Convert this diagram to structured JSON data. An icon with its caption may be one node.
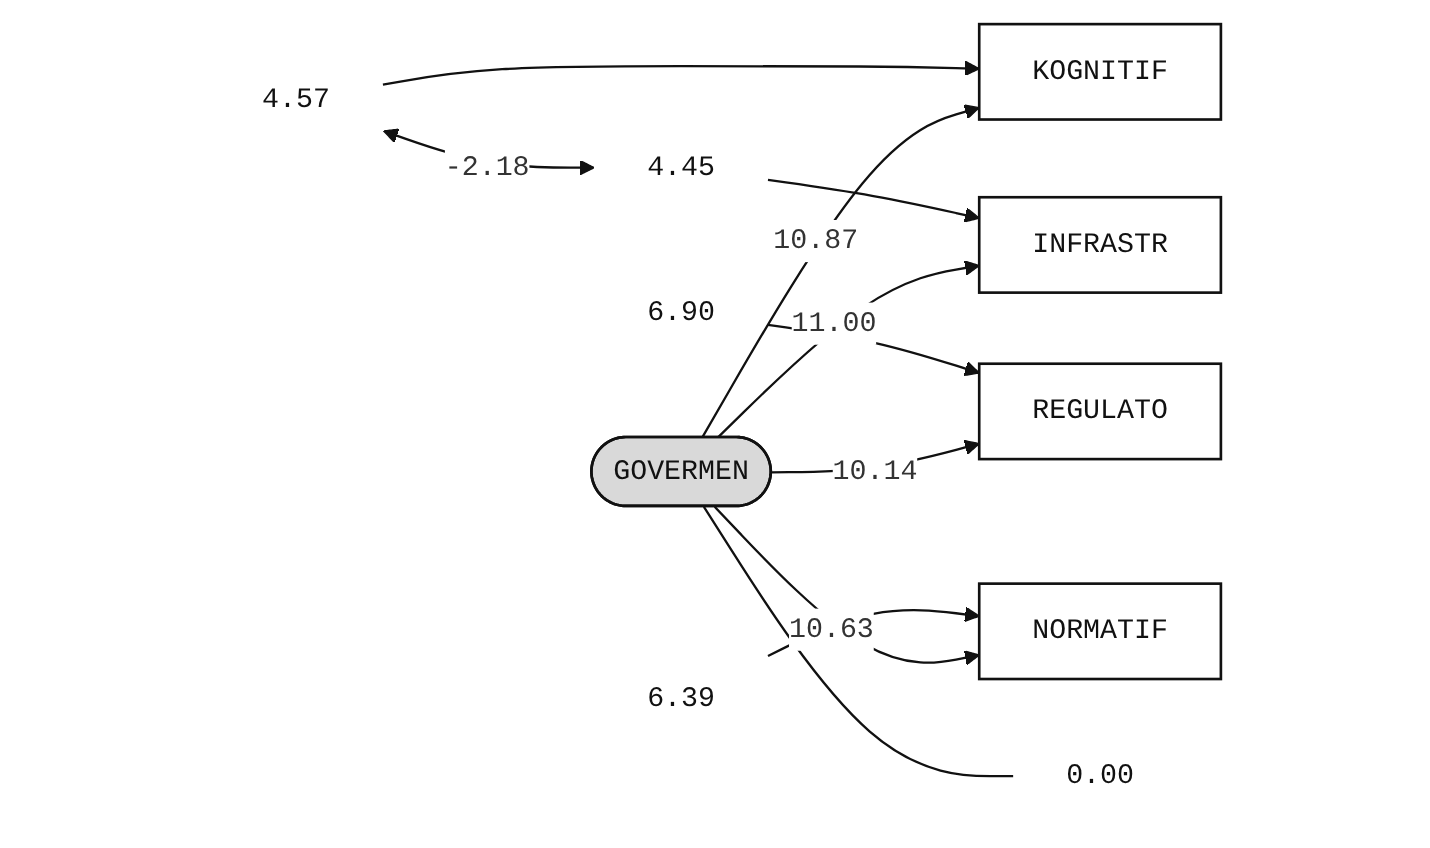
{
  "diagram": {
    "nodes": [
      {
        "text": [
          "6.90"
        ]
      },
      {
        "text": [
          "REGULATO"
        ]
      },
      {
        "text": [
          "4.57"
        ]
      },
      {
        "text": [
          "KOGNITIF"
        ]
      },
      {
        "text": [
          "6.39"
        ]
      },
      {
        "text": [
          "NORMATIF"
        ]
      },
      {
        "text": [
          "4.45"
        ]
      },
      {
        "text": [
          "INFRASTR"
        ]
      },
      {
        "text": [
          "GOVERMEN"
        ]
      },
      {
        "text": [
          "0.00"
        ]
      }
    ],
    "edges": [
      {
        "from": 0,
        "to": 1,
        "arrow": "to"
      },
      {
        "from": 2,
        "to": 3,
        "arrow": "to"
      },
      {
        "from": 4,
        "to": 5,
        "arrow": "to"
      },
      {
        "from": 6,
        "to": 7,
        "arrow": "to"
      },
      {
        "from": 8,
        "to": 1,
        "arrow": "to",
        "label": "10.14"
      },
      {
        "from": 8,
        "to": 3,
        "arrow": "to",
        "label": "10.87"
      },
      {
        "from": 8,
        "to": 5,
        "arrow": "to",
        "label": "10.63"
      },
      {
        "from": 8,
        "to": 7,
        "arrow": "to",
        "label": "11.00"
      },
      {
        "from": 8,
        "to": 9,
        "arrow": "none"
      },
      {
        "from": 2,
        "to": 6,
        "arrow": "both",
        "label": "-2.18"
      }
    ]
  }
}
